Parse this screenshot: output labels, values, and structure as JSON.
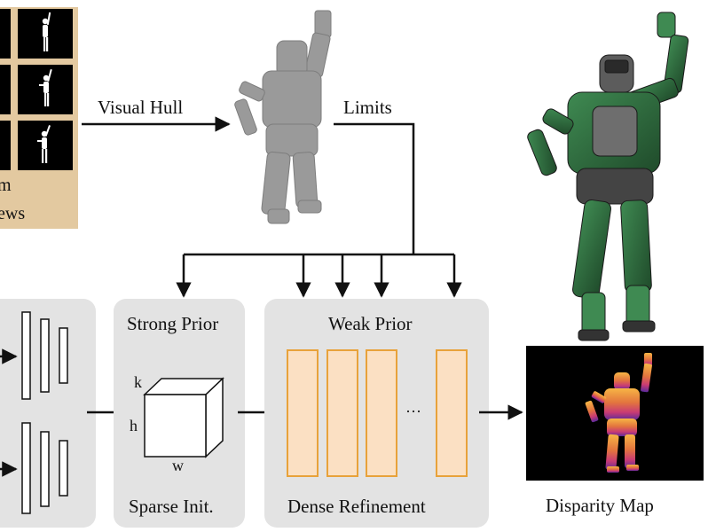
{
  "labels": {
    "silhouette_caption_line1": "m",
    "silhouette_caption_line2": "ews",
    "visual_hull": "Visual Hull",
    "limits": "Limits",
    "strong_prior": "Strong Prior",
    "weak_prior": "Weak Prior",
    "cube_k": "k",
    "cube_h": "h",
    "cube_w": "w",
    "sparse_init": "Sparse Init.",
    "dense_refinement": "Dense Refinement",
    "ellipsis": "···",
    "disparity_map": "Disparity Map"
  },
  "colors": {
    "panel_tan": "#e3c9a0",
    "box_gray": "#e3e3e3",
    "refine_fill": "#fbe0c3",
    "refine_stroke": "#e8a23a",
    "hull_gray": "#9a9a9a",
    "robot_green": "#2f6b3e",
    "robot_dark": "#3a3a3a",
    "disparity_hot": "#f3a23b",
    "disparity_mid": "#d8456b",
    "disparity_low": "#6a2c9a"
  },
  "icons": {
    "silhouette": "human-silhouette-icon",
    "hull": "voxel-hull-figure",
    "robot": "robot-render-figure"
  }
}
